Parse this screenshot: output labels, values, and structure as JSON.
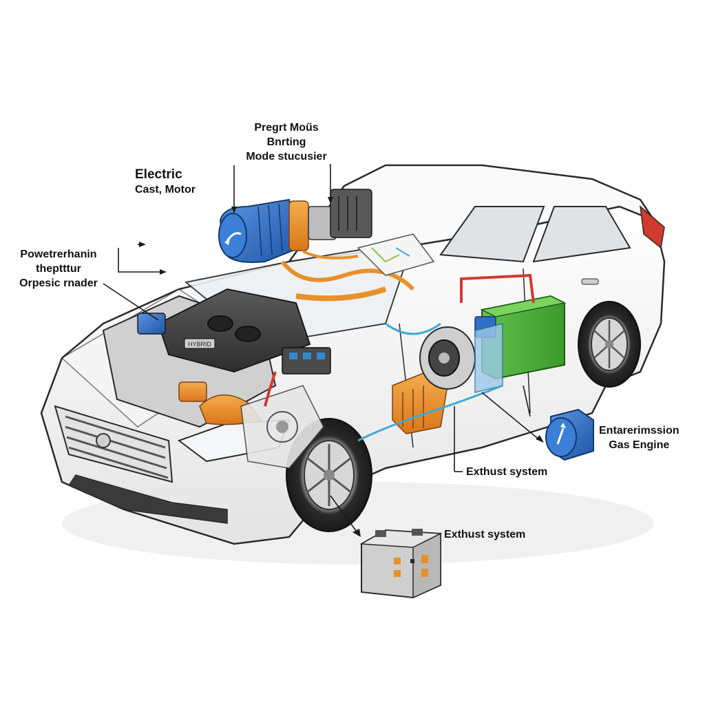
{
  "labels": {
    "electric_motor": {
      "line1": "Electric",
      "line2": "Cast, Motor"
    },
    "mode_structure": {
      "line1": "Pregrt Moűs",
      "line2": "Bnrting",
      "line3": "Mode stucusier"
    },
    "powertrain": {
      "line1": "Powetrerhanin",
      "line2": "theptttur",
      "line3": "Orpesic rnader"
    },
    "transmission": {
      "line1": "Entarerimssion",
      "line2": "Gas Engine"
    },
    "exhaust_upper": "Exthust system",
    "exhaust_lower": "Exthust system",
    "engine_cover_badge": "HYBRID"
  },
  "colors": {
    "motor_blue": "#2f6fc4",
    "orange_component": "#e8902a",
    "battery_green": "#4caf3a",
    "car_body": "#f2f2f2",
    "outline": "#2a2a2a",
    "engine_dark": "#3b3b3b",
    "red_cable": "#d23a2e",
    "cyan_line": "#3fa7d6",
    "battery_gray": "#cfcfcf"
  },
  "icons": {
    "electric_motor": "blue-cylinder-motor-icon",
    "battery": "battery-icon",
    "transmission_icon": "blue-gauge-icon"
  }
}
